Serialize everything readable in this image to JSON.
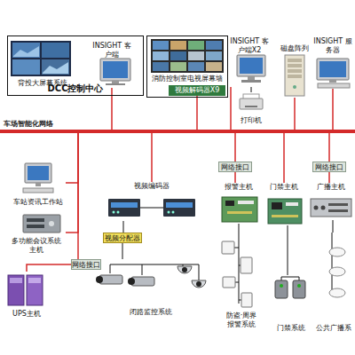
{
  "diagram": {
    "nodes": [
      {
        "text": [
          "DCC控制中心"
        ]
      },
      {
        "text": [
          "背投大屏幕系统"
        ],
        "in": 0
      },
      {
        "text": [
          "INSIGHT 客户端"
        ],
        "in": 0
      },
      {
        "text": [
          "消防控制室电视屏幕墙"
        ]
      },
      {
        "text": [
          "视频解码器X9"
        ],
        "in": 3
      },
      {
        "text": [
          "INSIGHT 客户端X2"
        ]
      },
      {
        "text": [
          "磁盘阵列"
        ]
      },
      {
        "text": [
          "INSIGHT 服务器"
        ]
      },
      {
        "text": [
          "打印机"
        ]
      },
      {
        "text": [
          "车场智能化网络"
        ]
      },
      {
        "text": [
          "车站资讯工作站"
        ]
      },
      {
        "text": [
          "网络接口"
        ]
      },
      {
        "text": [
          "网络接口"
        ]
      },
      {
        "text": [
          "视频编码器"
        ]
      },
      {
        "text": [
          "报警主机"
        ]
      },
      {
        "text": [
          "门禁主机"
        ]
      },
      {
        "text": [
          "广播主机"
        ]
      },
      {
        "text": [
          "多功能会议系统主机"
        ]
      },
      {
        "text": [
          "视频分配器"
        ]
      },
      {
        "text": [
          "网络接口"
        ]
      },
      {
        "text": [
          "UPS主机"
        ]
      },
      {
        "text": [
          "闭路监控系统"
        ]
      },
      {
        "text": [
          "防盗·周界报警系统"
        ]
      },
      {
        "text": [
          "门禁系统"
        ]
      },
      {
        "text": [
          "公共广播系"
        ]
      }
    ],
    "edges": [
      {
        "from": 2,
        "to": 9,
        "arrow": "none"
      },
      {
        "from": 4,
        "to": 9,
        "arrow": "none"
      },
      {
        "from": 5,
        "to": 9,
        "arrow": "none"
      },
      {
        "from": 5,
        "to": 8,
        "arrow": "none"
      },
      {
        "from": 6,
        "to": 9,
        "arrow": "none"
      },
      {
        "from": 7,
        "to": 9,
        "arrow": "none"
      },
      {
        "from": 9,
        "to": 10,
        "arrow": "none"
      },
      {
        "from": 9,
        "to": 17,
        "arrow": "none"
      },
      {
        "from": 9,
        "to": 19,
        "arrow": "none"
      },
      {
        "from": 19,
        "to": 20,
        "arrow": "none"
      },
      {
        "from": 9,
        "to": 13,
        "arrow": "none"
      },
      {
        "from": 9,
        "to": 11,
        "arrow": "none"
      },
      {
        "from": 11,
        "to": 14,
        "arrow": "none"
      },
      {
        "from": 9,
        "to": 15,
        "arrow": "none"
      },
      {
        "from": 9,
        "to": 12,
        "arrow": "none"
      },
      {
        "from": 12,
        "to": 16,
        "arrow": "none"
      },
      {
        "from": 13,
        "to": 18,
        "arrow": "none"
      },
      {
        "from": 18,
        "to": 21,
        "arrow": "none"
      },
      {
        "from": 14,
        "to": 22,
        "arrow": "none"
      },
      {
        "from": 15,
        "to": 23,
        "arrow": "none"
      },
      {
        "from": 16,
        "to": 24,
        "arrow": "none"
      }
    ]
  }
}
